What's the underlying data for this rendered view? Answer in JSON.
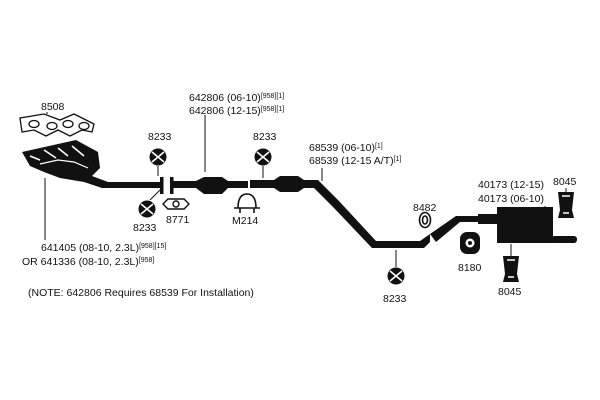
{
  "labels": {
    "manifold_gasket": "8508",
    "hanger_left_top": "8233",
    "hanger_left_bottom": "8233",
    "gasket_flange": "8771",
    "clamp": "M214",
    "hanger_mid_top": "8233",
    "hanger_center_bottom": "8233",
    "cat_front_line1_main": "642806 (06-10)",
    "cat_front_line1_sup": "[958][1]",
    "cat_front_line2_main": "642806 (12-15)",
    "cat_front_line2_sup": "[958][1]",
    "pipe_line1_main": "68539 (06-10)",
    "pipe_line1_sup": "[1]",
    "pipe_line2_main": "68539 (12-15 A/T)",
    "pipe_line2_sup": "[1]",
    "gasket_ring": "8482",
    "isolator": "8180",
    "muffler_line1": "40173 (12-15)",
    "muffler_line2": "40173 (06-10)",
    "hanger_rear_top": "8045",
    "hanger_rear_bottom": "8045",
    "manifold_line1_main": "641405 (08-10, 2.3L)",
    "manifold_line1_sup": "[958][15]",
    "manifold_line2_main": "OR 641336 (08-10, 2.3L)",
    "manifold_line2_sup": "[958]",
    "note": "(NOTE: 642806 Requires 68539 For Installation)"
  },
  "colors": {
    "ink": "#111111",
    "pipe": "#1a1a1a",
    "background": "#ffffff"
  }
}
